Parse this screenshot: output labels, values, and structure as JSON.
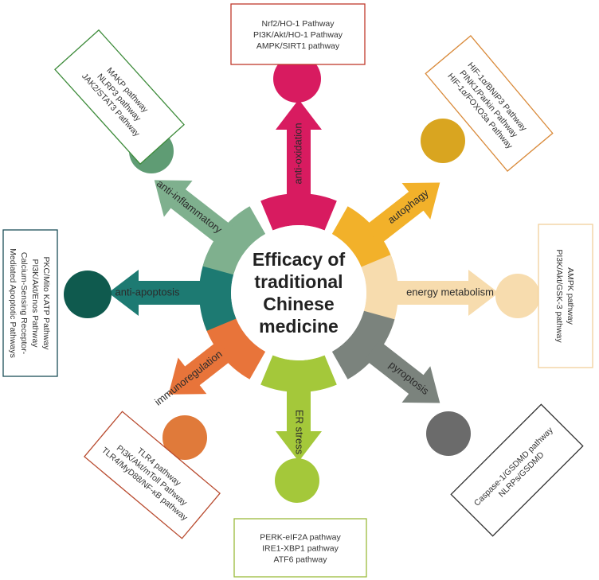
{
  "center": {
    "lines": [
      "Efficacy of",
      "traditional",
      "Chinese",
      "medicine"
    ]
  },
  "branches": [
    {
      "id": "anti-oxidation",
      "label": "anti-oxidation",
      "color": "#d81b60",
      "box_color": "#c0392b",
      "pathways": [
        "Nrf2/HO-1 Pathway",
        "PI3K/Akt/HO-1 Pathway",
        "AMPK/SIRT1 pathway"
      ]
    },
    {
      "id": "autophagy",
      "label": "autophagy",
      "color": "#f2b12a",
      "box_color": "#d98a3a",
      "pathways": [
        "HIF-1α/BNIP3 Pathway",
        "PINK1/Parkin Pathway",
        "HIF-1α/FOXO3a Pathway"
      ]
    },
    {
      "id": "energy-metabolism",
      "label": "energy metabolism",
      "color": "#f7dcae",
      "box_color": "#f2cf9a",
      "pathways": [
        "AMPK pathway",
        "PI3K/Akt/GSK-3 pathway"
      ]
    },
    {
      "id": "pyroptosis",
      "label": "pyroptosis",
      "color": "#7b837d",
      "box_color": "#333333",
      "pathways": [
        "Caspase-1/GSDMD pathway",
        "NLRPs/GSDMD"
      ]
    },
    {
      "id": "er-stress",
      "label": "ER stress",
      "color": "#a4c83a",
      "box_color": "#9bbb3c",
      "pathways": [
        "PERK-eIF2A pathway",
        "IRE1-XBP1 pathway",
        "ATF6 pathway"
      ]
    },
    {
      "id": "immunoregulation",
      "label": "immunoregulation",
      "color": "#e8743a",
      "box_color": "#b84a2e",
      "pathways": [
        "TLR4 pathway",
        "PI3K/Akt/mToll Pathway",
        "TLR4/MyD88/NF-κB pathway"
      ]
    },
    {
      "id": "anti-apoptosis",
      "label": "anti-apoptosis",
      "color": "#1d7a72",
      "box_color": "#1b4d57",
      "pathways": [
        "PKC/Mito KATP Pathway",
        "PI3K/Akt/Enos Pathway",
        "Calcium-Sensing Receptor-",
        "Mediated Apoptotic Pathways"
      ]
    },
    {
      "id": "anti-inflammatory",
      "label": "anti-inflammatory",
      "color": "#7fb08e",
      "box_color": "#3d8b3a",
      "pathways": [
        "MAKP pathway",
        "NLRP3 pathway",
        "JAK2/STAT3 Pathway"
      ]
    }
  ],
  "colors": {
    "anti_oxidation_ball": "#d81b60",
    "autophagy_ball": "#d9a520",
    "energy_ball": "#f7dcae",
    "pyroptosis_ball": "#6b6b6b",
    "er_ball": "#a4c83a",
    "immuno_ball": "#e07a3a",
    "apoptosis_ball": "#0f5a4e",
    "inflammatory_ball": "#5f9c74"
  }
}
